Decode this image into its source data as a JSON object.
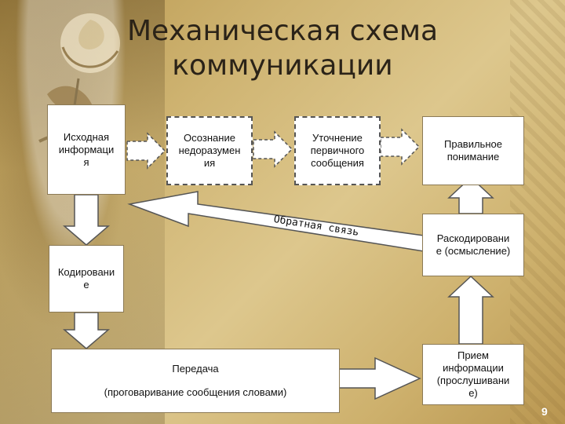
{
  "title": "Механическая схема\nкоммуникации",
  "boxes": {
    "source": "Исходная\nинформаци\nя",
    "awareness": "Осознание\nнедоразумен\nия",
    "clarification": "Уточнение\nпервичного\nсообщения",
    "understanding": "Правильное\nпонимание",
    "encoding": "Кодировани\nе",
    "decoding": "Раскодировани\nе (осмысление)",
    "transmission_title": "Передача",
    "transmission_detail": "(проговаривание сообщения словами)",
    "reception": "Прием\nинформации\n(прослушивани\nе)"
  },
  "feedback_label": "Обратная связь",
  "page_number": "9"
}
